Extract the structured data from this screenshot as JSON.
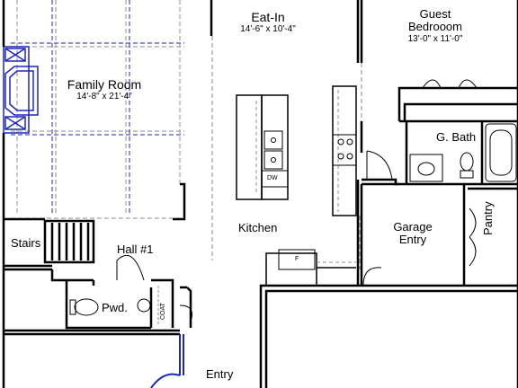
{
  "rooms": {
    "family_room": {
      "name": "Family Room",
      "dims": "14'-8\" x 21'-4\""
    },
    "eat_in": {
      "name": "Eat-In",
      "dims": "14'-6\" x 10'-4\""
    },
    "guest_bedroom": {
      "name_line1": "Guest",
      "name_line2": "Bedrooom",
      "dims": "13'-0\" x 11'-0\""
    },
    "g_bath": {
      "name": "G. Bath"
    },
    "kitchen": {
      "name": "Kitchen"
    },
    "garage_entry": {
      "name_line1": "Garage",
      "name_line2": "Entry"
    },
    "pantry": {
      "name": "Pantry"
    },
    "stairs": {
      "name": "Stairs"
    },
    "hall": {
      "name": "Hall #1"
    },
    "powder": {
      "name": "Pwd."
    },
    "coat": {
      "name": "COAT"
    },
    "entry": {
      "name": "Entry"
    }
  },
  "fixtures": {
    "dishwasher": "DW",
    "fridge": "F"
  },
  "colors": {
    "wall": "#000000",
    "dashed_line": "#8c8c8c",
    "accent_blue": "#1f27b8"
  }
}
